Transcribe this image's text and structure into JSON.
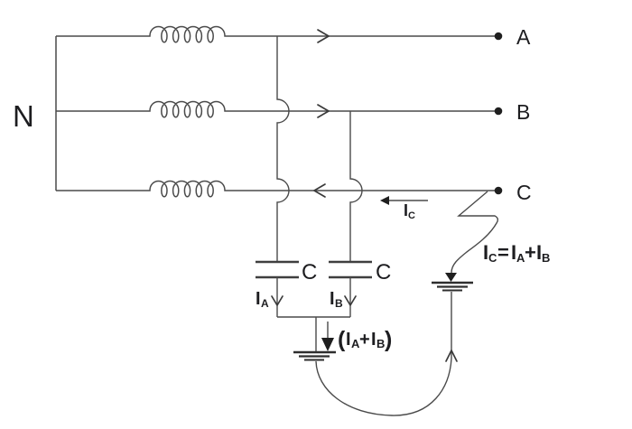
{
  "diagram": {
    "neutral_label": "N",
    "phase_labels": [
      "A",
      "B",
      "C"
    ],
    "capacitor_labels": {
      "left": "C",
      "right": "C"
    },
    "current_labels": {
      "ic": {
        "symbol": "I",
        "subscript": "C"
      },
      "ia": {
        "symbol": "I",
        "subscript": "A"
      },
      "ib": {
        "symbol": "I",
        "subscript": "B"
      }
    },
    "ground_sum_label": {
      "open_paren": "(",
      "i1": "I",
      "sub1": "A",
      "plus": "+",
      "i2": "I",
      "sub2": "B",
      "close_paren": ")"
    },
    "fault_equation": {
      "i1": "I",
      "sub1": "C",
      "equals": "=",
      "i2": "I",
      "sub2": "A",
      "plus": "+",
      "i3": "I",
      "sub3": "B"
    },
    "colors": {
      "wire": "#4a4a4a",
      "text": "#1d1d20"
    }
  }
}
